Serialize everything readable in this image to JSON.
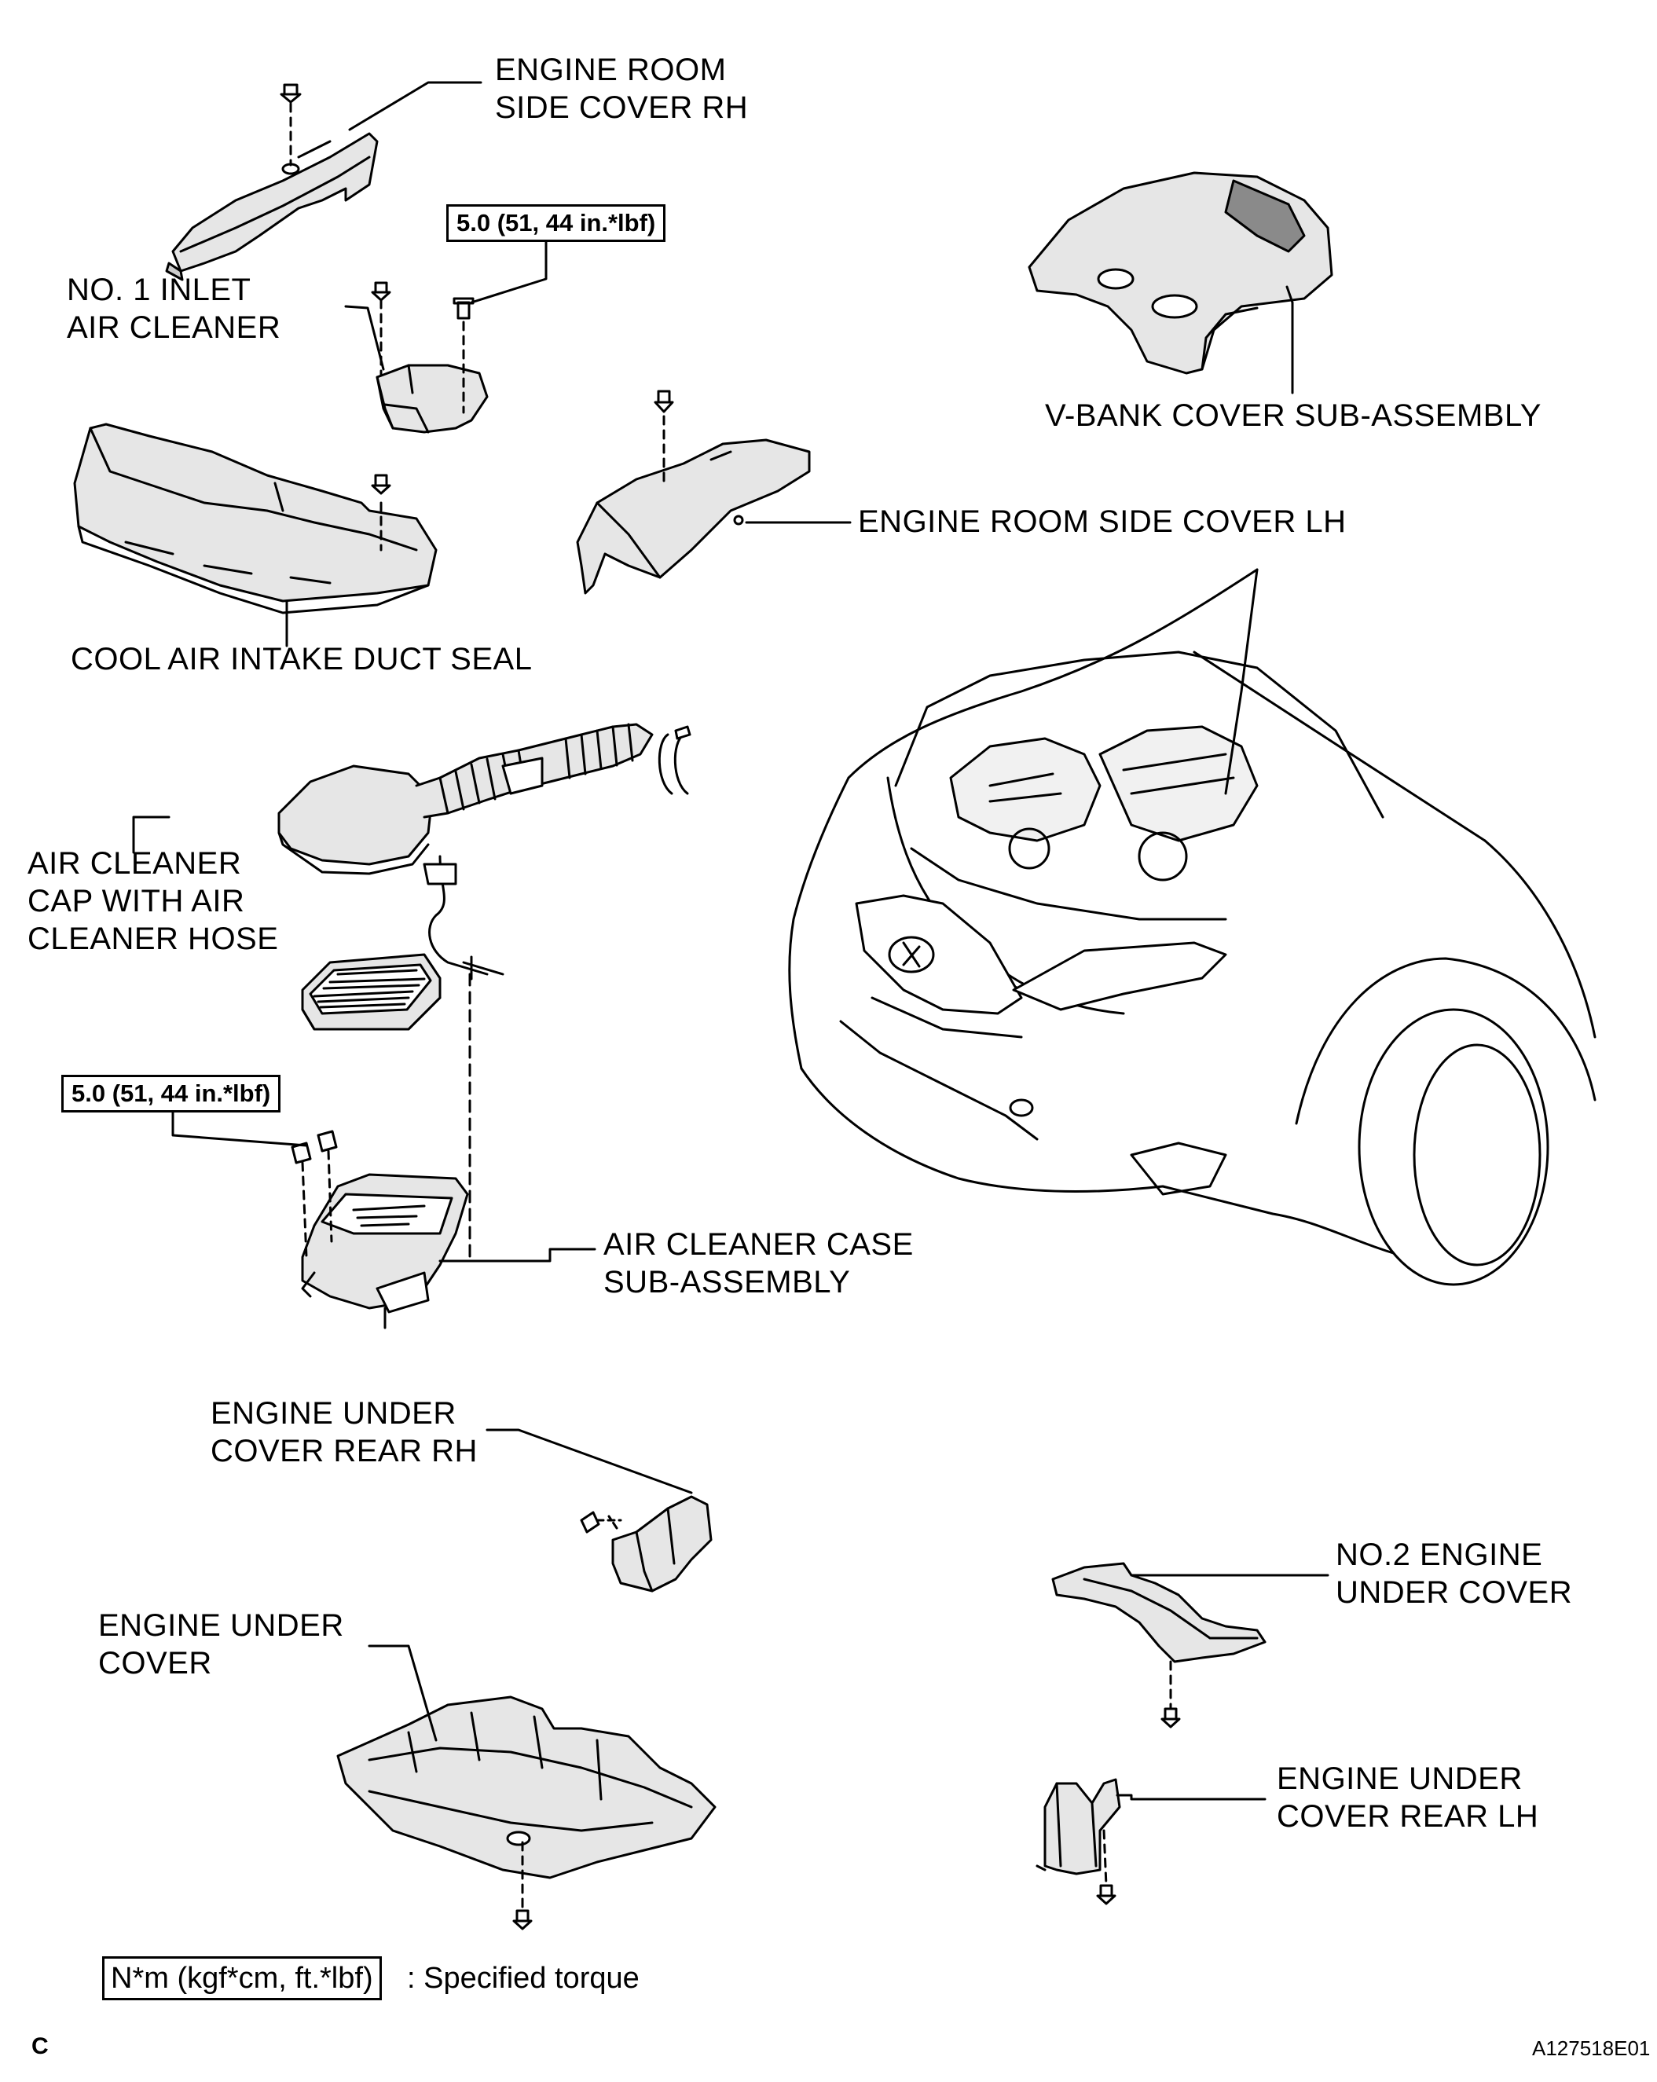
{
  "labels": {
    "engine_room_side_cover_rh": [
      "ENGINE ROOM",
      "SIDE COVER RH"
    ],
    "no1_inlet_air_cleaner": [
      "NO. 1 INLET",
      "AIR CLEANER"
    ],
    "v_bank_cover": [
      "V-BANK COVER SUB-ASSEMBLY"
    ],
    "engine_room_side_cover_lh": [
      "ENGINE ROOM SIDE COVER LH"
    ],
    "cool_air_intake_duct_seal": [
      "COOL AIR INTAKE DUCT SEAL"
    ],
    "air_cleaner_cap": [
      "AIR CLEANER",
      "CAP WITH AIR",
      "CLEANER HOSE"
    ],
    "air_cleaner_case": [
      "AIR CLEANER CASE",
      "SUB-ASSEMBLY"
    ],
    "engine_under_cover_rear_rh": [
      "ENGINE UNDER",
      "COVER REAR RH"
    ],
    "engine_under_cover": [
      "ENGINE UNDER",
      "COVER"
    ],
    "no2_engine_under_cover": [
      "NO.2 ENGINE",
      "UNDER COVER"
    ],
    "engine_under_cover_rear_lh": [
      "ENGINE UNDER",
      "COVER REAR LH"
    ]
  },
  "torque_specs": {
    "inlet_bolt": "5.0 (51, 44 in.*lbf)",
    "case_bolt": "5.0 (51, 44 in.*lbf)"
  },
  "legend": {
    "unit_box": "N*m (kgf*cm, ft.*lbf)",
    "description": ": Specified torque"
  },
  "footer": {
    "corner_left": "C",
    "figure_id": "A127518E01"
  }
}
